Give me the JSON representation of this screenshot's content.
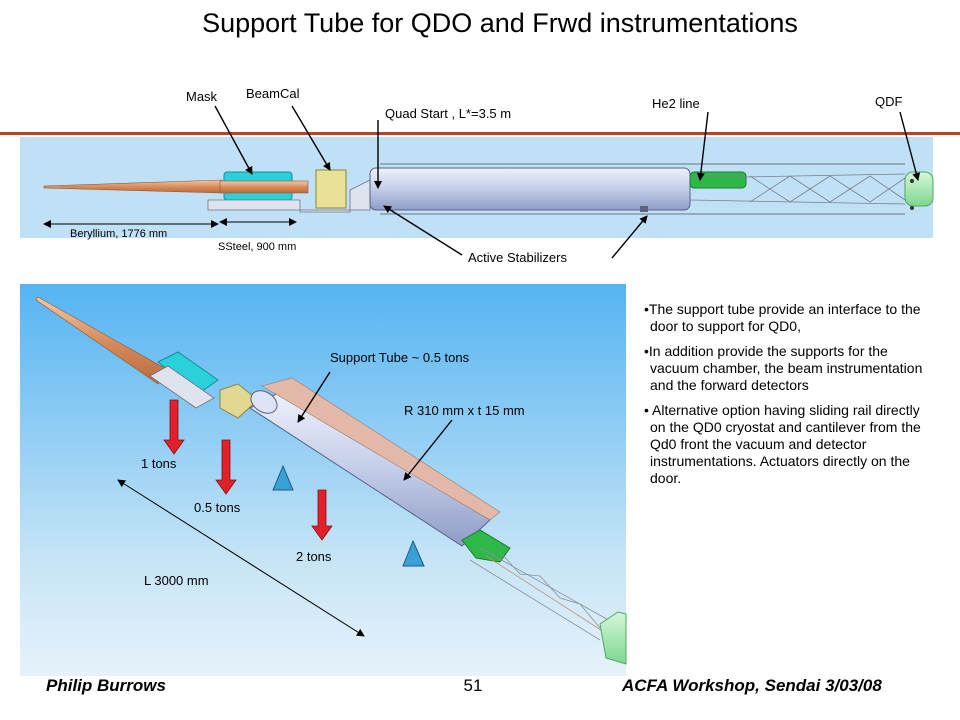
{
  "title": "Support Tube for QDO and Frwd instrumentations",
  "top_labels": {
    "mask": "Mask",
    "beamcal": "BeamCal",
    "quad_start": "Quad Start , L*=3.5 m",
    "he2_line": "He2 line",
    "qdf": "QDF",
    "beryllium": "Beryllium, 1776 mm",
    "ssteel": "SSteel, 900 mm",
    "active_stabilizers": "Active Stabilizers"
  },
  "main_labels": {
    "support_tube": "Support Tube ~ 0.5 tons",
    "radius": "R 310 mm x t 15 mm",
    "load_1": "1 tons",
    "load_05": "0.5 tons",
    "load_2": "2 tons",
    "length": "L 3000 mm"
  },
  "bullets": [
    "The support tube provide an interface to the door to support for QD0,",
    "In addition provide the supports for the vacuum chamber, the beam instrumentation and the forward detectors",
    " Alternative option having sliding rail directly on the QD0 cryostat and cantilever from the Qd0 front the vacuum and detector instrumentations. Actuators directly on the door."
  ],
  "footer": {
    "author": "Philip Burrows",
    "page": "51",
    "event": "ACFA Workshop, Sendai  3/03/08"
  },
  "colors": {
    "accent_line": "#b5452a",
    "load_arrow": "#e0202a",
    "support_triangle": "#3aa0d8",
    "tube": "#c9d3ec",
    "mask": "#28d0d8",
    "beamcal": "#e6e094",
    "qdf": "#9ae6a8",
    "he2": "#2fb84a"
  }
}
